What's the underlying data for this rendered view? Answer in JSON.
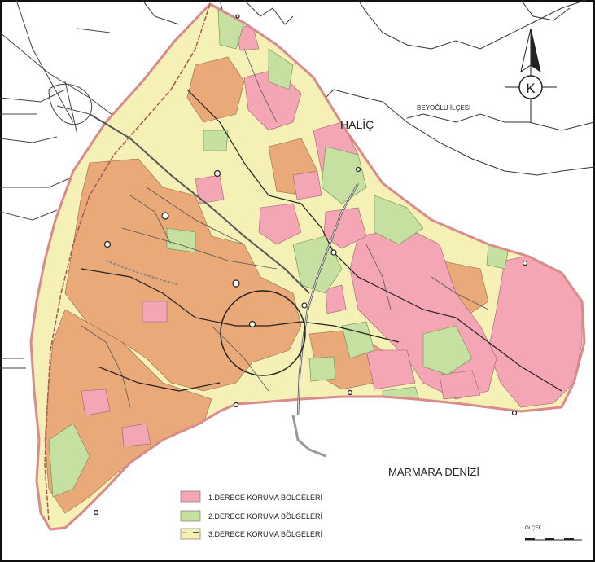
{
  "labels": {
    "golden_horn": "HALİÇ",
    "beyoglu": "BEYOĞLU İLÇESİ",
    "sea": "MARMARA DENİZİ",
    "north": "K",
    "scale": "ÖLÇEK"
  },
  "legend": [
    {
      "label": "1.DERECE KORUMA BÖLGELERİ",
      "color": "#f4a6b5"
    },
    {
      "label": "2.DERECE KORUMA BÖLGELERİ",
      "color": "#c5e0a0"
    },
    {
      "label": "3.DERECE KORUMA BÖLGELERİ",
      "color": "#f5f0b5",
      "pattern": "orange-dash"
    }
  ],
  "colors": {
    "base": "#f5f0b5",
    "orange": "#e9a978",
    "pink": "#f4a6b5",
    "green": "#c5e0a0",
    "coast": "#d98a8a",
    "sea": "#ffffff"
  }
}
